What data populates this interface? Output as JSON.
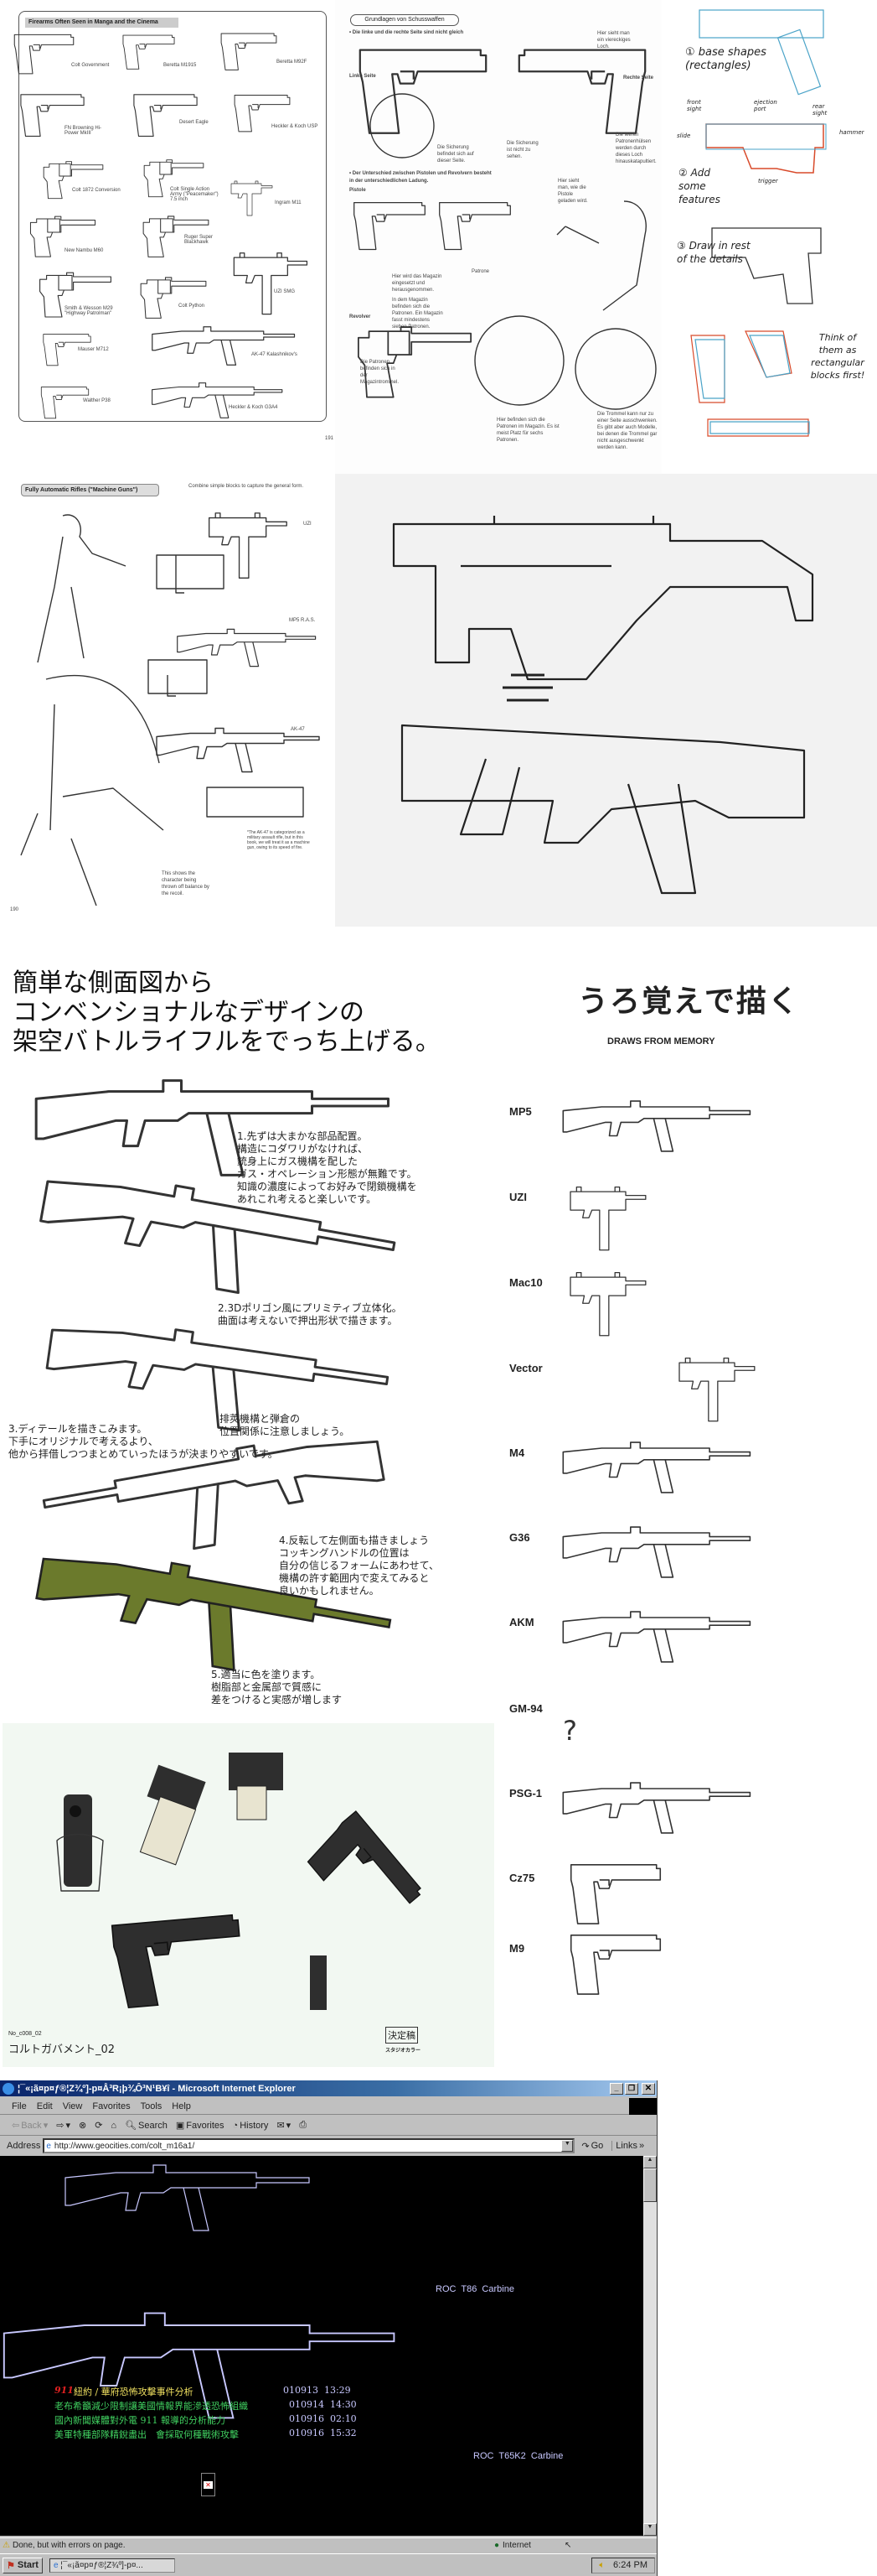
{
  "manga_page": {
    "title": "Firearms Often Seen in Manga and the Cinema",
    "page_number": "191",
    "guns": [
      "Colt Government",
      "Beretta M1915",
      "Beretta M92F",
      "FN Browning Hi-Power MkIII",
      "Desert Eagle",
      "Heckler & Koch USP",
      "Colt 1872 Conversion",
      "Colt Single Action Army (\"Peacemaker\") 7.5 inch",
      "Ingram M11",
      "New Nambu M60",
      "Ruger Super Blackhawk",
      "UZI SMG",
      "Smith & Wesson M29 \"Highway Patrolman\"",
      "Colt Python",
      "Mauser M712",
      "AK-47 Kalashnikov's",
      "Walther P38",
      "Heckler & Koch G3A4"
    ]
  },
  "german_page": {
    "title": "Grundlagen von Schusswaffen",
    "bullet1": "• Die linke und die rechte Seite sind nicht gleich",
    "square_hole": "Hier sieht man ein viereckiges Loch.",
    "left_side": "Linke Seite",
    "right_side": "Rechte Seite",
    "safety_here": "Die Sicherung befindet sich auf dieser Seite.",
    "safety_hidden": "Die Sicherung ist nicht zu sehen.",
    "casings": "Die leeren Patronenhülsen werden durch dieses Loch hinauskatapultiert.",
    "bullet2": "• Der Unterschied zwischen Pistolen und Revolvern besteht in der unterschiedlichen Ladung.",
    "pistol": "Pistole",
    "loading": "Hier sieht man, wie die Pistole geladen wird.",
    "cartridge": "Patrone",
    "magazine_insert": "Hier wird das Magazin eingesetzt und herausgenommen.",
    "magazine_holds": "In dem Magazin befinden sich die Patronen. Ein Magazin fasst mindestens sieben Patronen.",
    "revolver": "Revolver",
    "cylinder": "Die Patronen befinden sich in der Magazintrommel.",
    "six_rounds": "Hier befinden sich die Patronen im Magazin. Es ist meist Platz für sechs Patronen.",
    "swing_out": "Die Trommel kann nur zu einer Seite ausschwenken. Es gibt aber auch Modelle, bei denen die Trommel gar nicht ausgeschwenkt werden kann."
  },
  "sketch_tutorial": {
    "step1": "① base shapes (rectangles)",
    "front_sight": "front sight",
    "ejection_port": "ejection port",
    "rear_sight": "rear sight",
    "slide": "slide",
    "hammer": "hammer",
    "trigger": "trigger",
    "step2": "② Add some features",
    "step3": "③ Draw in rest of the details",
    "tip": "Think of them as rectangular blocks first!"
  },
  "rifles_page": {
    "title": "Fully Automatic Rifles (\"Machine Guns\")",
    "subtitle": "Combine simple blocks to capture the general form.",
    "uzi": "UZI",
    "mp5": "MP5 R.A.S.",
    "ak": "AK-47",
    "ak_note": "*The AK-47 is categorized as a military assault rifle, but in this book, we will treat it as a machine gun, owing to its speed of fire.",
    "recoil_note": "This shows the character being thrown off balance by the recoil.",
    "page_number": "190"
  },
  "jp_tutorial": {
    "title_lines": [
      "簡単な側面図から",
      "コンベンショナルなデザインの",
      "架空バトルライフルをでっち上げる。"
    ],
    "step1": [
      "1.先ずは大まかな部品配置。",
      "構造にコダワリがなければ、",
      "銃身上にガス機構を配した",
      "ガス・オペレーション形態が無難です。",
      "知識の濃度によってお好みで閉鎖機構を",
      "あれこれ考えると楽しいです。"
    ],
    "step2": [
      "2.3Dポリゴン風にプリミティブ立体化。",
      "曲面は考えないで押出形状で描きます。"
    ],
    "step3": [
      "3.ディテールを描きこみます。",
      "下手にオリジナルで考えるより、",
      "他から拝借しつつまとめていったほうが決まりやすいです。"
    ],
    "note": [
      "排莢機構と弾倉の",
      "位置関係に注意しましょう。"
    ],
    "step4": [
      "4.反転して左側面も描きましょう",
      "コッキングハンドルの位置は",
      "自分の信じるフォームにあわせて、",
      "機構の許す範囲内で変えてみると",
      "良いかもしれません。"
    ],
    "step5": [
      "5.適当に色を塗ります。",
      "樹脂部と金属部で質感に",
      "差をつけると実感が増します"
    ],
    "colors": {
      "resin": "#6b7a2c",
      "metal": "#3a3a3a"
    }
  },
  "memory_page": {
    "title": "うろ覚えで描く",
    "subtitle": "DRAWS FROM MEMORY",
    "labels": [
      "MP5",
      "UZI",
      "Mac10",
      "Vector",
      "M4",
      "G36",
      "AKM",
      "GM-94",
      "PSG-1",
      "Cz75",
      "M9"
    ],
    "question": "?"
  },
  "colt_page": {
    "code": "No_c008_02",
    "title": "コルトガバメント_02",
    "stamp": "決定稿",
    "studio": "スタジオカラー"
  },
  "ie_window": {
    "title": "¦¯«¡ã¤p¤ƒ®¦Z¾º]-p¤Å³R¡þ¾Ô³N¹B¥î - Microsoft Internet Explorer",
    "menu": [
      "File",
      "Edit",
      "View",
      "Favorites",
      "Tools",
      "Help"
    ],
    "toolbar": {
      "back": "Back",
      "search": "Search",
      "favorites": "Favorites",
      "history": "History"
    },
    "address_label": "Address",
    "url": "http://www.geocities.com/colt_m16a1/",
    "go": "Go",
    "links": "Links",
    "content": {
      "rifle1": "ROC  T86  Carbine",
      "rifle2": "ROC  T65K2  Carbine",
      "news": [
        {
          "prefix": "911",
          "text": " 紐約 / 華府恐怖攻擊事件分析",
          "date": "010913  13:29"
        },
        {
          "text": "老布希籲減少限制讓美國情報界能滲透恐怖組織",
          "date": "010914  14:30"
        },
        {
          "text": "國內新聞媒體對外電 911 報導的分析能力",
          "date": "010916  02:10"
        },
        {
          "text": "美軍特種部隊精銳盡出　會採取何種戰術攻擊",
          "date": "010916  15:32"
        }
      ]
    },
    "status": "Done, but with errors on page.",
    "zone": "Internet"
  },
  "taskbar": {
    "start": "Start",
    "task": "¦¯«¡ã¤p¤ƒ®¦Z¾º]-p¤...",
    "clock": "6:24 PM"
  }
}
